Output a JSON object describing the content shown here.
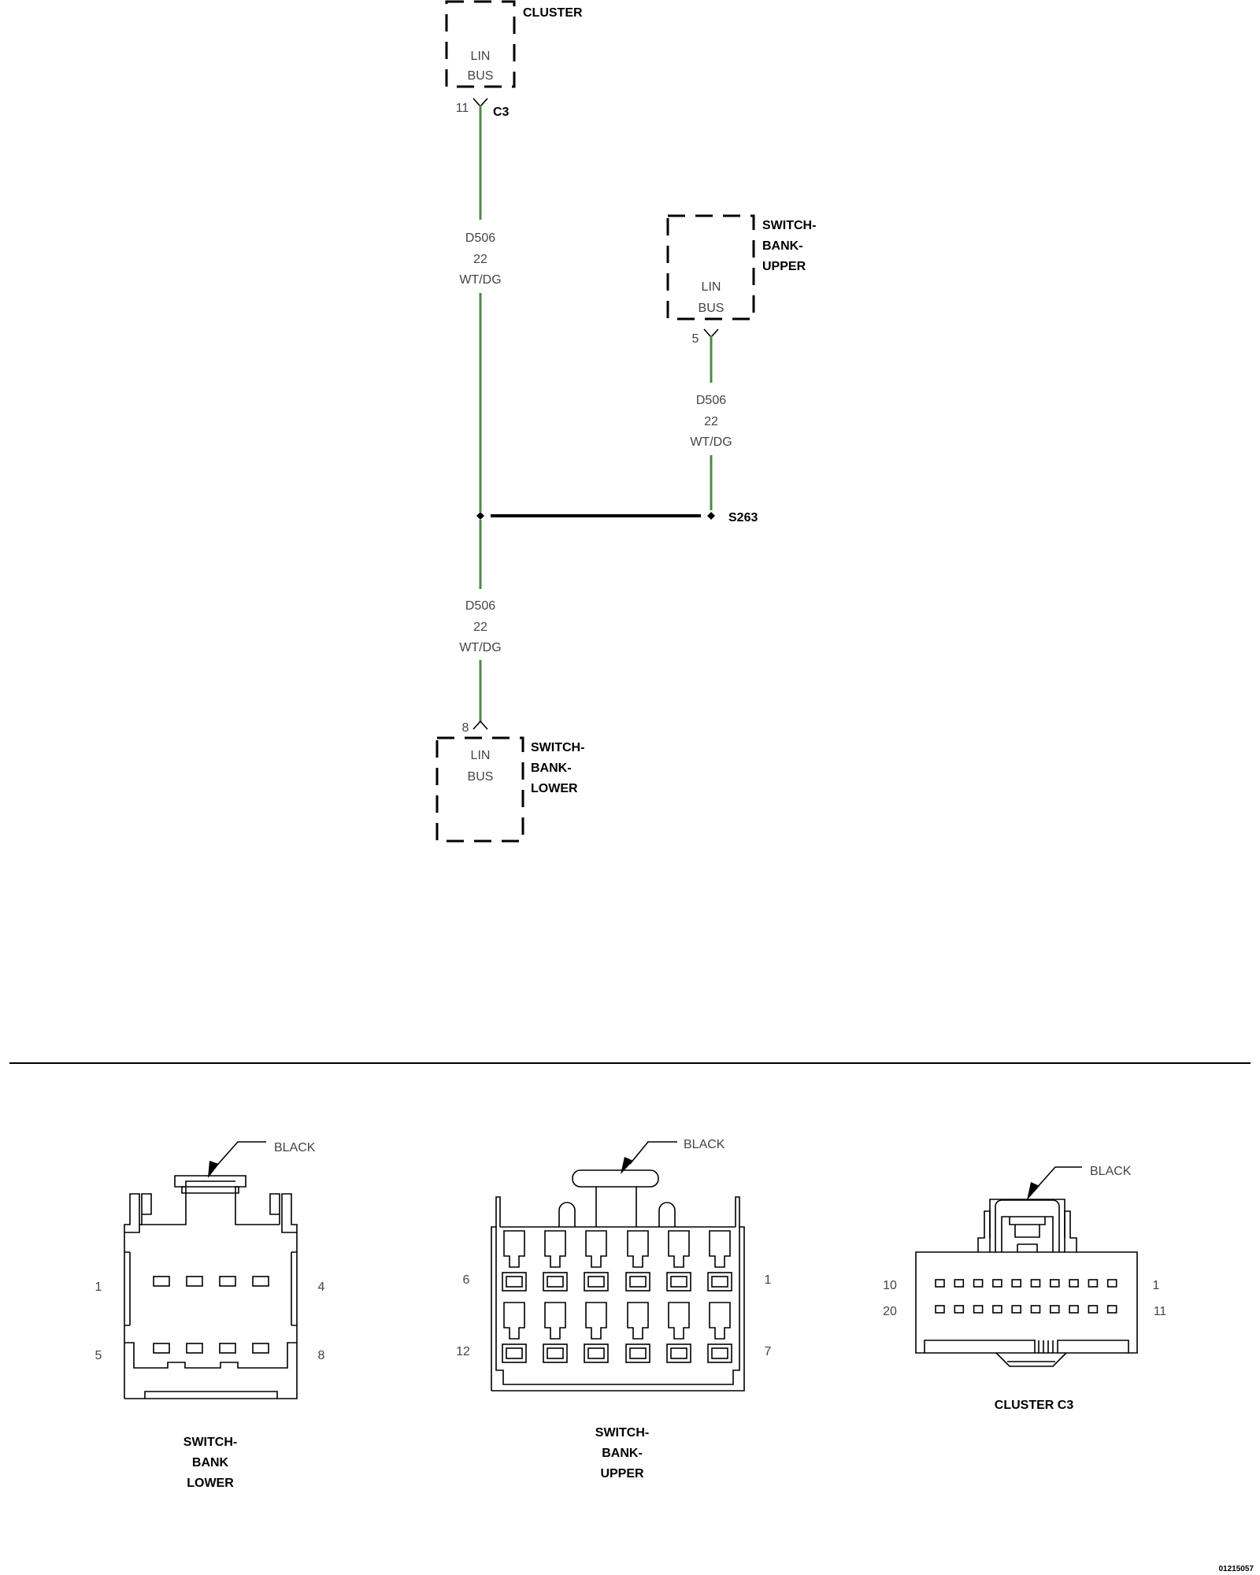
{
  "modules": {
    "cluster": {
      "title": "CLUSTER",
      "line1": "LIN",
      "line2": "BUS",
      "pin": "11",
      "connector": "C3"
    },
    "switch_bank_upper": {
      "title1": "SWITCH-",
      "title2": "BANK-",
      "title3": "UPPER",
      "line1": "LIN",
      "line2": "BUS",
      "pin": "5"
    },
    "switch_bank_lower": {
      "title1": "SWITCH-",
      "title2": "BANK-",
      "title3": "LOWER",
      "line1": "LIN",
      "line2": "BUS",
      "pin": "8"
    }
  },
  "wires": [
    {
      "circuit": "D506",
      "gauge": "22",
      "color": "WT/DG"
    },
    {
      "circuit": "D506",
      "gauge": "22",
      "color": "WT/DG"
    },
    {
      "circuit": "D506",
      "gauge": "22",
      "color": "WT/DG"
    }
  ],
  "splice": {
    "id": "S263"
  },
  "wire_color_hex": "#5fae55",
  "connector_views": {
    "lower": {
      "color_label": "BLACK",
      "pins": {
        "top_left": "1",
        "top_right": "4",
        "bottom_left": "5",
        "bottom_right": "8"
      },
      "name1": "SWITCH-",
      "name2": "BANK",
      "name3": "LOWER"
    },
    "upper": {
      "color_label": "BLACK",
      "pins": {
        "top_left": "6",
        "top_right": "1",
        "bottom_left": "12",
        "bottom_right": "7"
      },
      "name1": "SWITCH-",
      "name2": "BANK-",
      "name3": "UPPER"
    },
    "cluster": {
      "color_label": "BLACK",
      "pins": {
        "top_left": "10",
        "top_right": "1",
        "bottom_left": "20",
        "bottom_right": "11"
      },
      "name": "CLUSTER C3"
    }
  },
  "figure_id": "01215057"
}
